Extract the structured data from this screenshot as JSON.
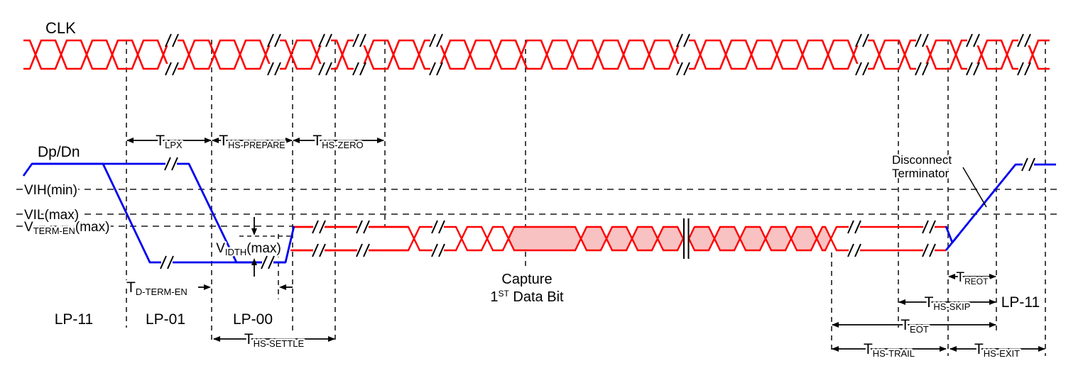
{
  "title_labels": {
    "clock": "CLK",
    "data": "Dp/Dn"
  },
  "levels": {
    "vih": {
      "pre": "VIH(min)"
    },
    "vil": {
      "pre": "VIL(max)"
    },
    "vterm": {
      "pre": "V",
      "sub": "TERM-EN",
      "post": "(max)"
    },
    "vidth": {
      "pre": "V",
      "sub": "IDTH",
      "post": "(max)"
    }
  },
  "timings": {
    "t_lpx": {
      "pre": "T",
      "sub": "LPX"
    },
    "t_hs_prepare": {
      "pre": "T",
      "sub": "HS-PREPARE"
    },
    "t_hs_zero": {
      "pre": "T",
      "sub": "HS-ZERO"
    },
    "t_d_term_en": {
      "pre": "T",
      "sub": "D-TERM-EN"
    },
    "t_hs_settle": {
      "pre": "T",
      "sub": "HS-SETTLE"
    },
    "t_reot": {
      "pre": "T",
      "sub": "REOT"
    },
    "t_hs_skip": {
      "pre": "T",
      "sub": "HS-SKIP"
    },
    "t_eot": {
      "pre": "T",
      "sub": "EOT"
    },
    "t_hs_trail": {
      "pre": "T",
      "sub": "HS-TRAIL"
    },
    "t_hs_exit": {
      "pre": "T",
      "sub": "HS-EXIT"
    }
  },
  "states": {
    "lp11_left": "LP-11",
    "lp01": "LP-01",
    "lp00": "LP-00",
    "lp11_right": "LP-11"
  },
  "annotations": {
    "capture_line1": "Capture",
    "capture_num": "1",
    "capture_sup": "ST",
    "capture_rest": " Data Bit",
    "disconnect_line1": "Disconnect",
    "disconnect_line2": "Terminator"
  },
  "colors": {
    "clock_red": "#ff0000",
    "hs_fill": "#f9c2c2",
    "lp_blue": "#0000ee",
    "dash_black": "#1a1a1a",
    "text_black": "#000000"
  }
}
